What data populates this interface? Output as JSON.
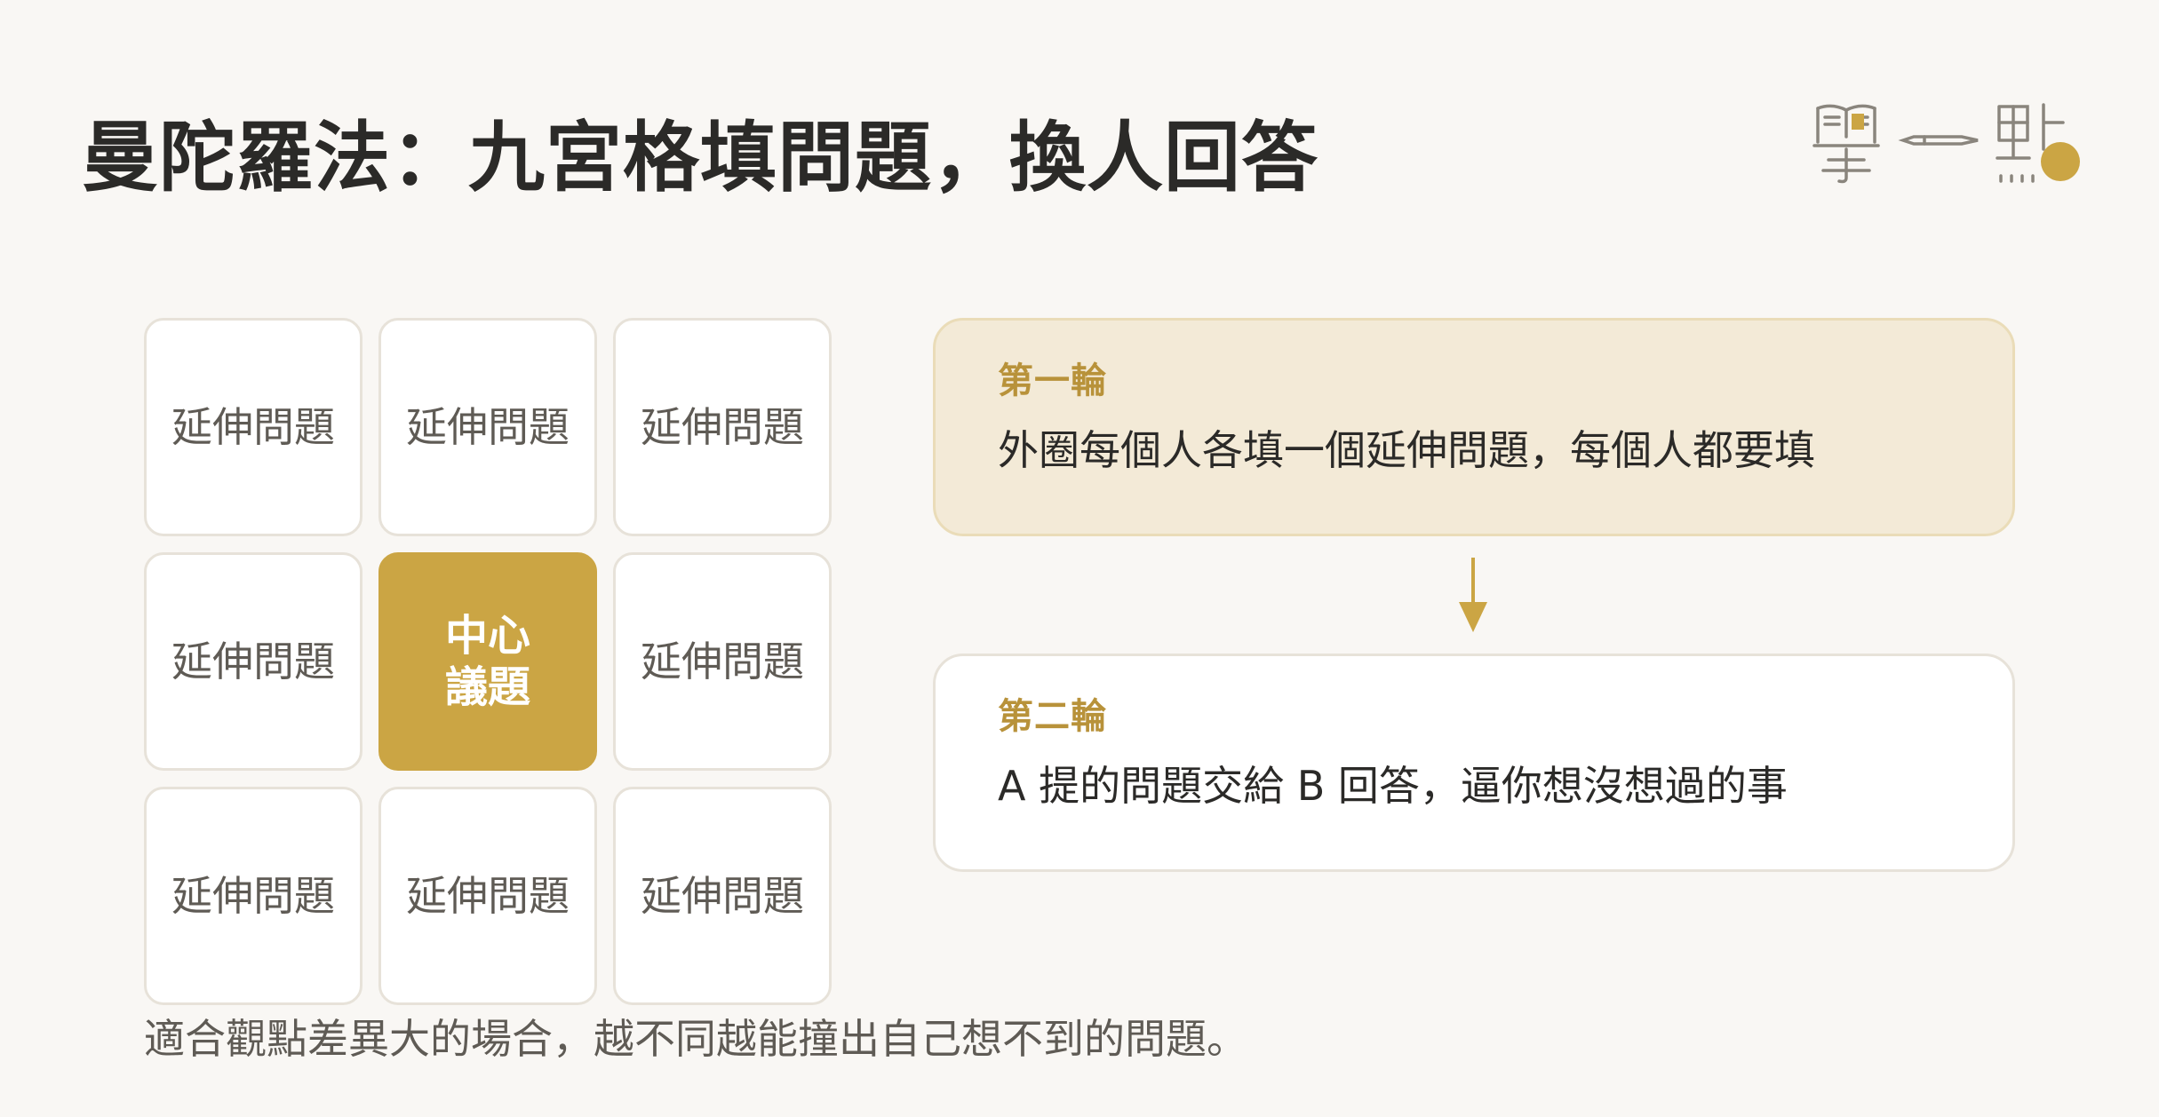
{
  "title": "曼陀羅法：九宮格填問題，換人回答",
  "logo": {
    "icon": "xue-yi-dian-logo-icon",
    "accent_color": "#cba544"
  },
  "grid": {
    "cells": [
      "延伸問題",
      "延伸問題",
      "延伸問題",
      "延伸問題",
      "中心\n議題",
      "延伸問題",
      "延伸問題",
      "延伸問題",
      "延伸問題"
    ],
    "center_color": "#cba544"
  },
  "rounds": [
    {
      "label": "第一輪",
      "body": "外圈每個人各填一個延伸問題，每個人都要填"
    },
    {
      "label": "第二輪",
      "body": "A 提的問題交給 B 回答，逼你想沒想過的事"
    }
  ],
  "arrow_icon": "arrow-down-icon",
  "footnote": "適合觀點差異大的場合，越不同越能撞出自己想不到的問題。"
}
